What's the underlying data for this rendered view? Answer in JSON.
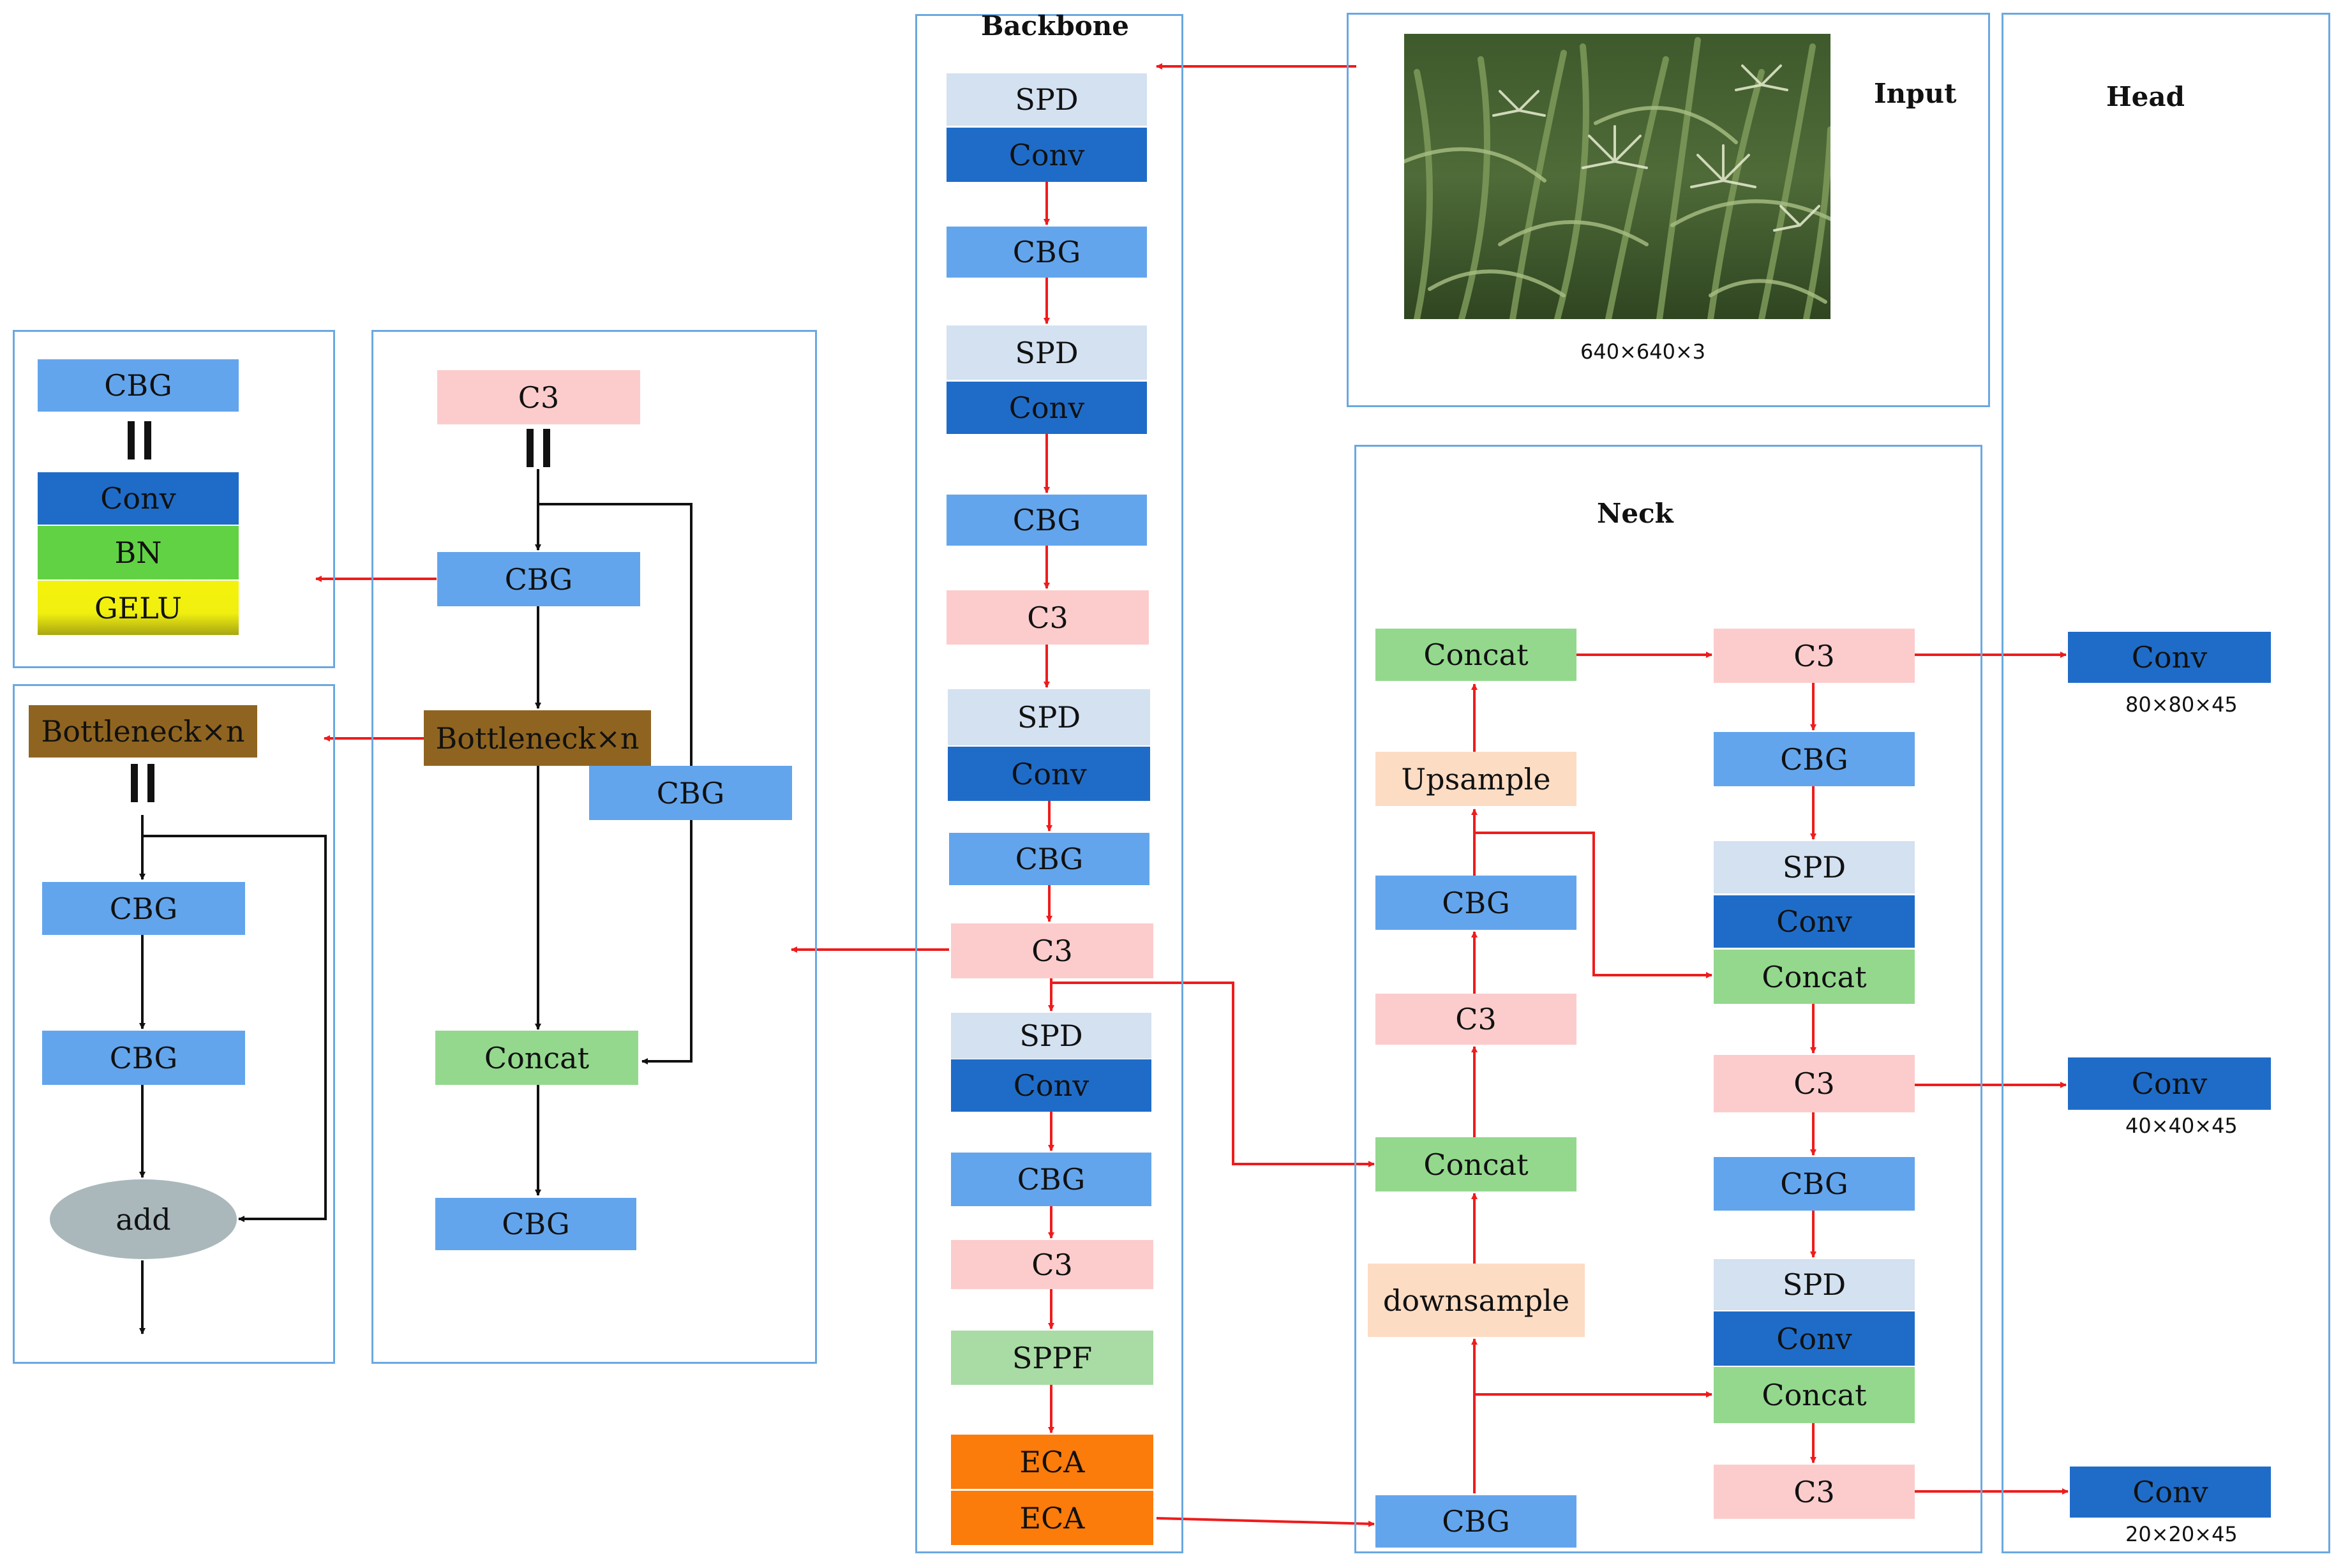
{
  "colors": {
    "spd": "#d3e1f1",
    "conv": "#1f6cc8",
    "cbg": "#63a5ec",
    "c3": "#fccccc",
    "concat": "#94d88e",
    "sppf": "#a8dca4",
    "eca": "#fb7b0b",
    "bn": "#62d245",
    "gelu": "#f0ef10",
    "bottleneck": "#8f6420",
    "upsample": "#fddcc4",
    "add": "#aab8bc",
    "panel_border": "#6aa8e0",
    "arrow_red": "#ee1c1c",
    "arrow_black": "#111111"
  },
  "panels": {
    "backbone": {
      "title": "Backbone"
    },
    "input": {
      "title": "Input",
      "dims": "640×640×3",
      "image": "corn field photo"
    },
    "head": {
      "title": "Head"
    },
    "neck": {
      "title": "Neck"
    },
    "cbg_def": {},
    "bottleneck_def": {},
    "c3_def": {}
  },
  "backbone": {
    "blocks": [
      "SPD",
      "Conv",
      "CBG",
      "SPD",
      "Conv",
      "CBG",
      "C3",
      "SPD",
      "Conv",
      "CBG",
      "C3",
      "SPD",
      "Conv",
      "CBG",
      "C3",
      "SPPF",
      "ECA",
      "ECA"
    ]
  },
  "neck": {
    "left": [
      "Concat",
      "Upsample",
      "CBG",
      "C3",
      "Concat",
      "downsample",
      "CBG"
    ],
    "right": [
      "C3",
      "CBG",
      "SPD",
      "Conv",
      "Concat",
      "C3",
      "CBG",
      "SPD",
      "Conv",
      "Concat",
      "C3"
    ]
  },
  "head": {
    "outputs": [
      {
        "label": "Conv",
        "dims": "80×80×45"
      },
      {
        "label": "Conv",
        "dims": "40×40×45"
      },
      {
        "label": "Conv",
        "dims": "20×20×45"
      }
    ]
  },
  "cbg_def": {
    "blocks": [
      "CBG",
      "Conv",
      "BN",
      "GELU"
    ]
  },
  "bottleneck_def": {
    "blocks": [
      "Bottleneck×n",
      "CBG",
      "CBG",
      "add"
    ]
  },
  "c3_def": {
    "blocks": [
      "C3",
      "CBG",
      "Bottleneck×n",
      "CBG",
      "Concat",
      "CBG"
    ]
  }
}
